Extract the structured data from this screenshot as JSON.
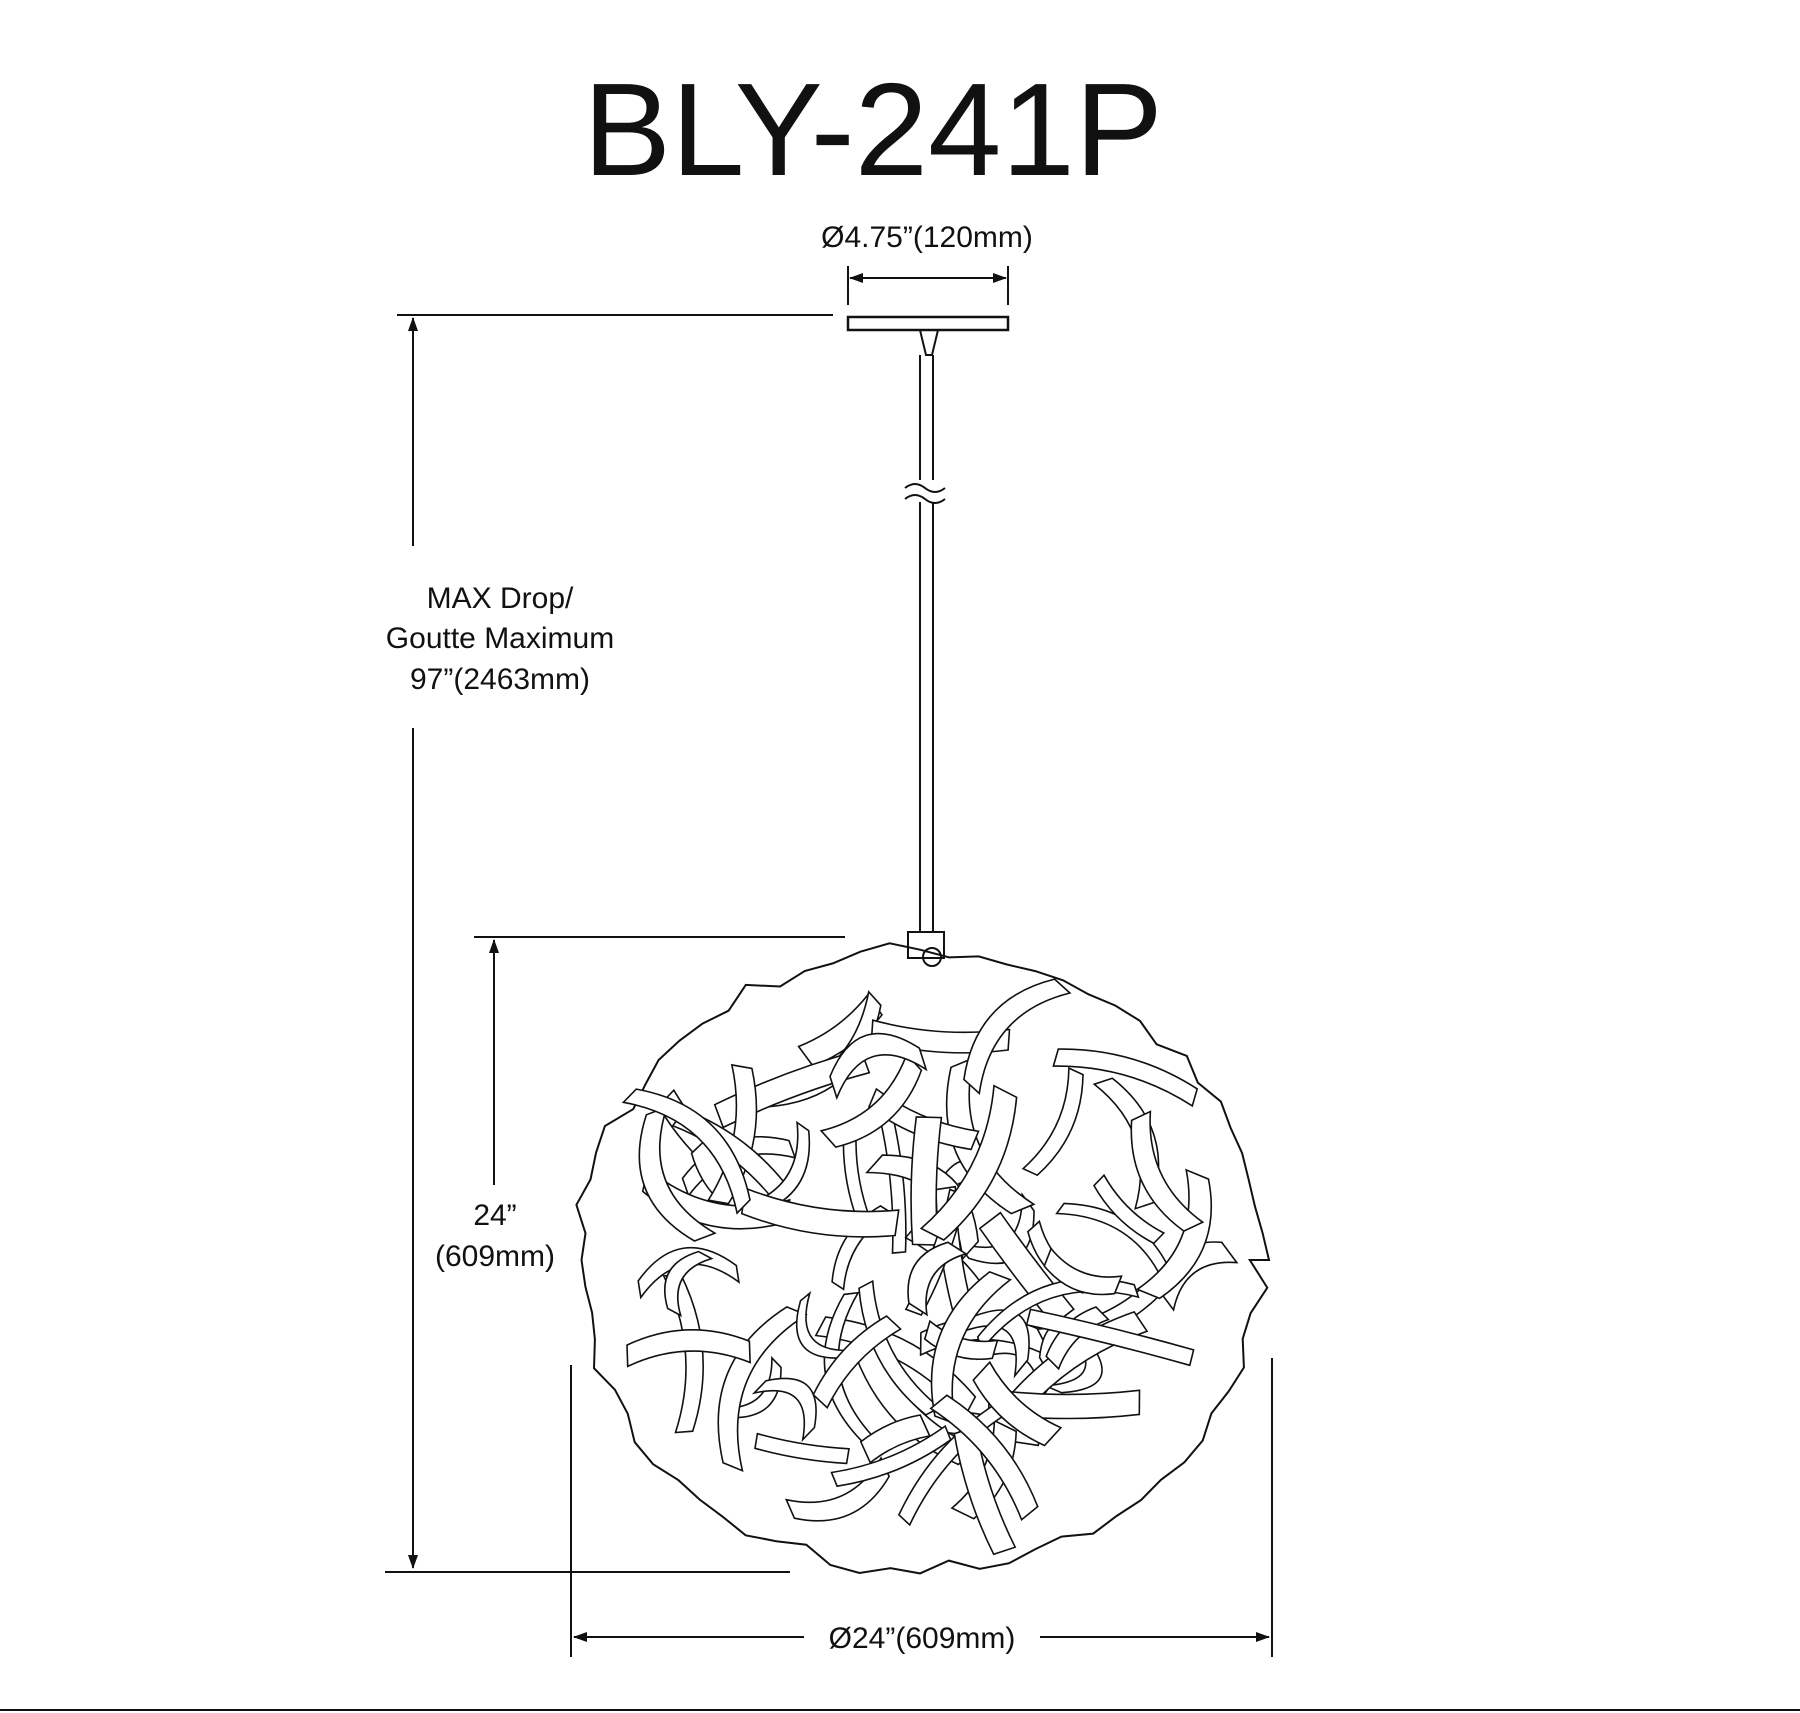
{
  "title": "BLY-241P",
  "dimensions": {
    "canopy_diameter": "Ø4.75”(120mm)",
    "max_drop_line1": "MAX Drop/",
    "max_drop_line2": "Goutte Maximum",
    "max_drop_line3": "97”(2463mm)",
    "height_line1": "24”",
    "height_line2": "(609mm)",
    "width": "Ø24”(609mm)"
  }
}
